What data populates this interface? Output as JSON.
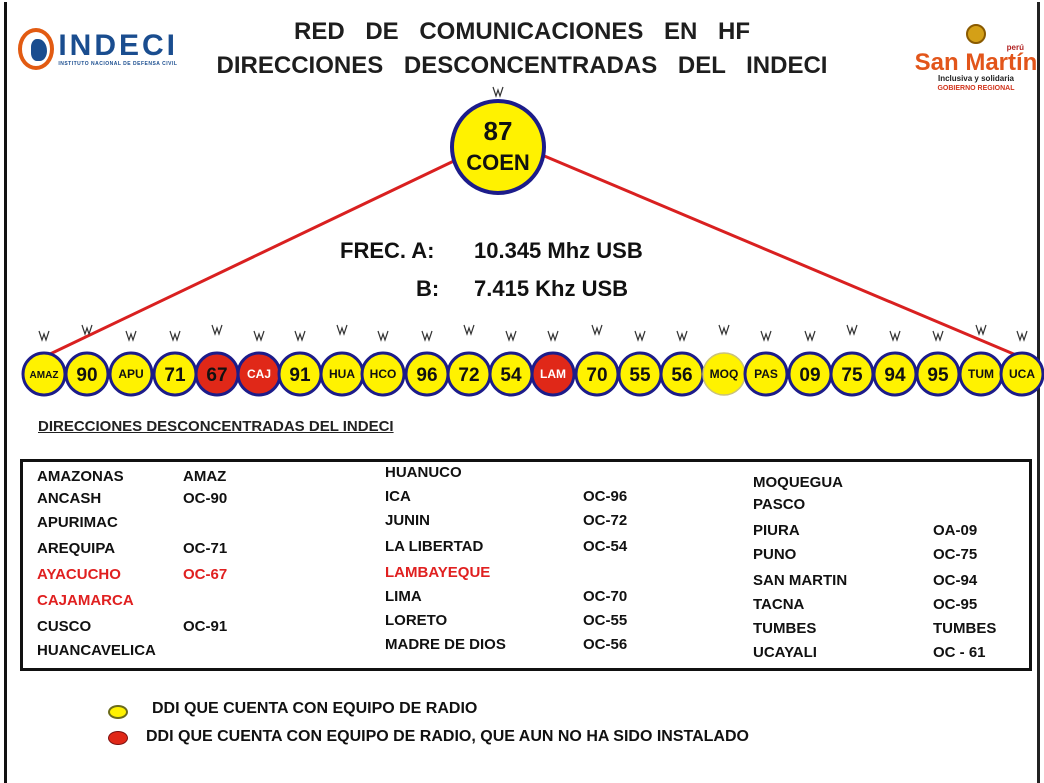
{
  "header": {
    "title_line1": "RED DE COMUNICACIONES EN HF",
    "title_line2": "DIRECCIONES DESCONCENTRADAS DEL INDECI"
  },
  "logos": {
    "left": {
      "wordmark": "INDECI",
      "subtitle": "INSTITUTO NACIONAL DE DEFENSA CIVIL"
    },
    "right": {
      "peru": "perú",
      "name": "San Martín",
      "tagline": "Inclusiva y solidaria",
      "government": "GOBIERNO REGIONAL"
    }
  },
  "hub": {
    "number": "87",
    "label": "COEN",
    "color": "#fff200"
  },
  "frequencies": {
    "a_label": "FREC. A:",
    "a_value": "10.345 Mhz USB",
    "b_label": "B:",
    "b_value": "7.415 Khz USB"
  },
  "nodes": [
    {
      "label": "AMAZ",
      "status": "yellow"
    },
    {
      "label": "90",
      "status": "yellow"
    },
    {
      "label": "APU",
      "status": "yellow"
    },
    {
      "label": "71",
      "status": "yellow"
    },
    {
      "label": "67",
      "status": "red"
    },
    {
      "label": "CAJ",
      "status": "red"
    },
    {
      "label": "91",
      "status": "yellow"
    },
    {
      "label": "HUA",
      "status": "yellow"
    },
    {
      "label": "HCO",
      "status": "yellow"
    },
    {
      "label": "96",
      "status": "yellow"
    },
    {
      "label": "72",
      "status": "yellow"
    },
    {
      "label": "54",
      "status": "yellow"
    },
    {
      "label": "LAM",
      "status": "red"
    },
    {
      "label": "70",
      "status": "yellow"
    },
    {
      "label": "55",
      "status": "yellow"
    },
    {
      "label": "56",
      "status": "yellow"
    },
    {
      "label": "MOQ",
      "status": "yellow-noborder"
    },
    {
      "label": "PAS",
      "status": "yellow"
    },
    {
      "label": "09",
      "status": "yellow"
    },
    {
      "label": "75",
      "status": "yellow"
    },
    {
      "label": "94",
      "status": "yellow"
    },
    {
      "label": "95",
      "status": "yellow"
    },
    {
      "label": "TUM",
      "status": "yellow"
    },
    {
      "label": "UCA",
      "status": "yellow"
    }
  ],
  "colors": {
    "yellow": "#fff200",
    "red": "#e02818",
    "border": "#1c1c8a",
    "link": "#d92020"
  },
  "directory": {
    "heading": "DIRECCIONES DESCONCENTRADAS DEL INDECI",
    "columns": [
      [
        {
          "name": "AMAZONAS",
          "code": "AMAZ",
          "red": false
        },
        {
          "name": "ANCASH",
          "code": "OC-90",
          "red": false
        },
        {
          "name": "APURIMAC",
          "code": "",
          "red": false
        },
        {
          "name": "AREQUIPA",
          "code": "OC-71",
          "red": false
        },
        {
          "name": "AYACUCHO",
          "code": "OC-67",
          "red": true
        },
        {
          "name": "CAJAMARCA",
          "code": "",
          "red": true
        },
        {
          "name": "CUSCO",
          "code": "OC-91",
          "red": false
        },
        {
          "name": "HUANCAVELICA",
          "code": "",
          "red": false
        }
      ],
      [
        {
          "name": "HUANUCO",
          "code": "",
          "red": false
        },
        {
          "name": "ICA",
          "code": "OC-96",
          "red": false
        },
        {
          "name": "JUNIN",
          "code": "OC-72",
          "red": false
        },
        {
          "name": "LA LIBERTAD",
          "code": "OC-54",
          "red": false
        },
        {
          "name": "LAMBAYEQUE",
          "code": "",
          "red": true
        },
        {
          "name": "LIMA",
          "code": "OC-70",
          "red": false
        },
        {
          "name": "LORETO",
          "code": "OC-55",
          "red": false
        },
        {
          "name": "MADRE DE DIOS",
          "code": "OC-56",
          "red": false
        }
      ],
      [
        {
          "name": "MOQUEGUA",
          "code": "",
          "red": false
        },
        {
          "name": "PASCO",
          "code": "",
          "red": false
        },
        {
          "name": "PIURA",
          "code": "OA-09",
          "red": false
        },
        {
          "name": "PUNO",
          "code": "OC-75",
          "red": false
        },
        {
          "name": "SAN MARTIN",
          "code": "OC-94",
          "red": false
        },
        {
          "name": "TACNA",
          "code": "OC-95",
          "red": false
        },
        {
          "name": "TUMBES",
          "code": "TUMBES",
          "red": false
        },
        {
          "name": "UCAYALI",
          "code": "OC - 61",
          "red": false
        }
      ]
    ]
  },
  "legend": {
    "yellow_text": "DDI QUE CUENTA CON EQUIPO DE RADIO",
    "red_text": "DDI QUE CUENTA CON EQUIPO DE RADIO, QUE AUN NO HA SIDO INSTALADO"
  }
}
